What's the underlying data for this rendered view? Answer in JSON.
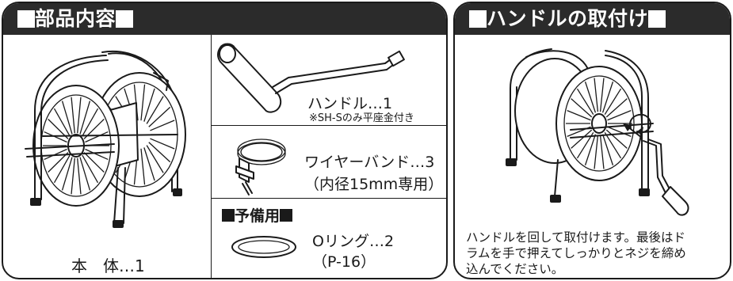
{
  "parts_panel": {
    "title": "部品内容",
    "main_body_label": "本　体…1",
    "handle_label": "ハンドル…1",
    "handle_note": "※SH-Sのみ平座金付き",
    "wire_band_label": "ワイヤーバンド…3",
    "wire_band_note": "（内径15mm専用）",
    "spare_title": "予備用",
    "o_ring_label": "Oリング…2",
    "o_ring_note": "（P-16）"
  },
  "handle_panel": {
    "title": "ハンドルの取付け",
    "instructions_line1": "ハンドルを回して取付けます。最後はド",
    "instructions_line2": "ラムを手で押えてしっかりとネジを締め",
    "instructions_line3": "込んでください。"
  }
}
